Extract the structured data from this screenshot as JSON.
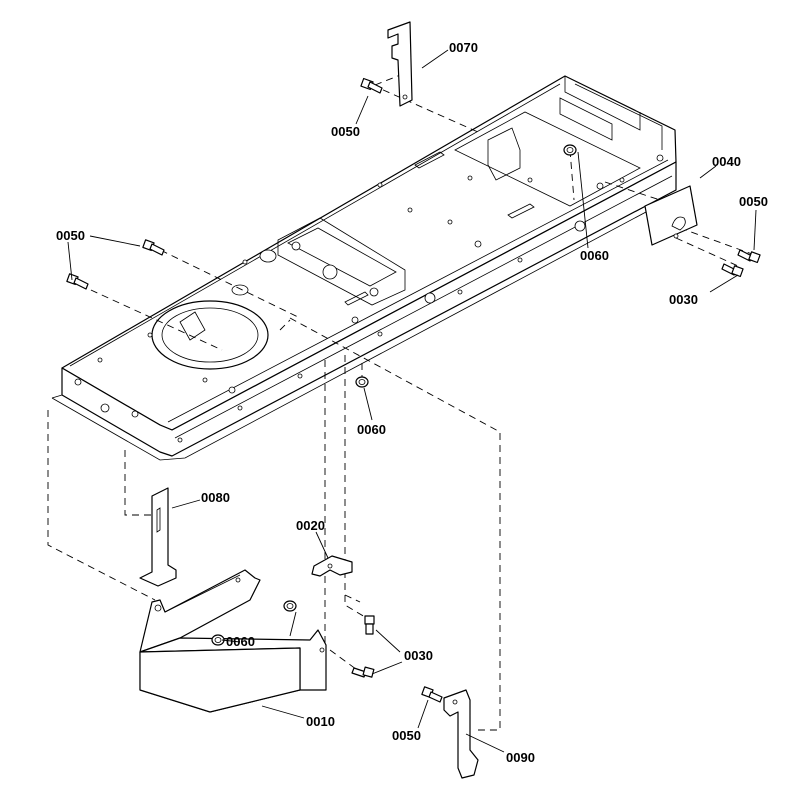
{
  "parts": {
    "p0010": "0010",
    "p0020": "0020",
    "p0030a": "0030",
    "p0030b": "0030",
    "p0040": "0040",
    "p0050a": "0050",
    "p0050b": "0050",
    "p0050c": "0050",
    "p0050d": "0050",
    "p0060a": "0060",
    "p0060b": "0060",
    "p0060c": "0060",
    "p0070": "0070",
    "p0080": "0080",
    "p0090": "0090"
  }
}
